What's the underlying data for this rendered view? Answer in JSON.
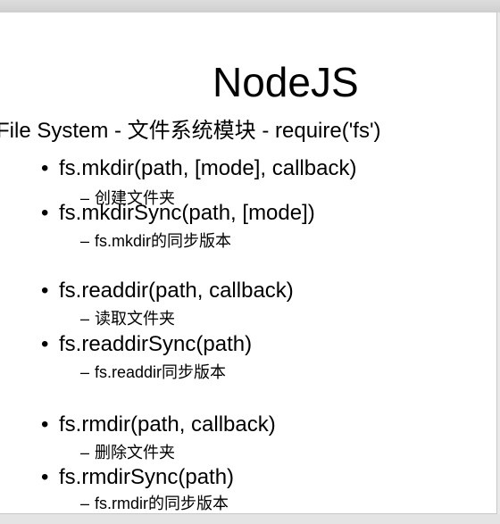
{
  "slide": {
    "title": "NodeJS",
    "subtitle": "File System - 文件系统模块 - require('fs')",
    "items": [
      {
        "text": "fs.mkdir(path, [mode], callback)",
        "desc": "创建文件夹"
      },
      {
        "text": "fs.mkdirSync(path, [mode])",
        "desc": "fs.mkdir的同步版本"
      },
      {
        "text": "fs.readdir(path, callback)",
        "desc": "读取文件夹"
      },
      {
        "text": "fs.readdirSync(path)",
        "desc": "fs.readdir同步版本"
      },
      {
        "text": "fs.rmdir(path, callback)",
        "desc": "删除文件夹"
      },
      {
        "text": "fs.rmdirSync(path)",
        "desc": "fs.rmdir的同步版本"
      }
    ]
  },
  "glyphs": {
    "bullet": "•",
    "dash": "–"
  }
}
